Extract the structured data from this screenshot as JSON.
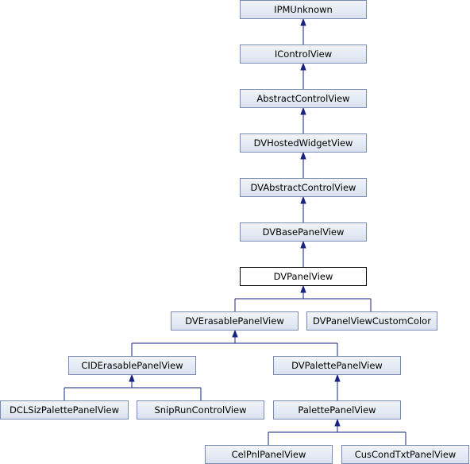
{
  "diagram": {
    "nodes": {
      "ipmunknown": "IPMUnknown",
      "icontrolview": "IControlView",
      "abstractcontrolview": "AbstractControlView",
      "dvhostedwidgetview": "DVHostedWidgetView",
      "dvabstractcontrolview": "DVAbstractControlView",
      "dvbasepanelview": "DVBasePanelView",
      "dvpanelview": "DVPanelView",
      "dverasablepanelview": "DVErasablePanelView",
      "dvpanelviewcustomcolor": "DVPanelViewCustomColor",
      "ciderasablepanelview": "CIDErasablePanelView",
      "dvpalettepanelview": "DVPalettePanelView",
      "dclsizpalettepanelview": "DCLSizPalettePanelView",
      "sniprunControlview": "SnipRunControlView",
      "palettepanelview": "PalettePanelView",
      "celpnlpanelview": "CelPnlPanelView",
      "cuscondtxtpanelview": "CusCondTxtPanelView"
    },
    "current_node": "DVPanelView",
    "edges": [
      [
        "IControlView",
        "IPMUnknown"
      ],
      [
        "AbstractControlView",
        "IControlView"
      ],
      [
        "DVHostedWidgetView",
        "AbstractControlView"
      ],
      [
        "DVAbstractControlView",
        "DVHostedWidgetView"
      ],
      [
        "DVBasePanelView",
        "DVAbstractControlView"
      ],
      [
        "DVPanelView",
        "DVBasePanelView"
      ],
      [
        "DVErasablePanelView",
        "DVPanelView"
      ],
      [
        "DVPanelViewCustomColor",
        "DVPanelView"
      ],
      [
        "CIDErasablePanelView",
        "DVErasablePanelView"
      ],
      [
        "DVPalettePanelView",
        "DVErasablePanelView"
      ],
      [
        "DCLSizPalettePanelView",
        "CIDErasablePanelView"
      ],
      [
        "SnipRunControlView",
        "CIDErasablePanelView"
      ],
      [
        "PalettePanelView",
        "DVPalettePanelView"
      ],
      [
        "CelPnlPanelView",
        "PalettePanelView"
      ],
      [
        "CusCondTxtPanelView",
        "PalettePanelView"
      ]
    ],
    "colors": {
      "edge": "#1a237e",
      "node_border": "#7b8bb0",
      "node_fill_top": "#f1f4fa",
      "node_fill_bottom": "#dbe3f0",
      "current_border": "#000000"
    }
  }
}
